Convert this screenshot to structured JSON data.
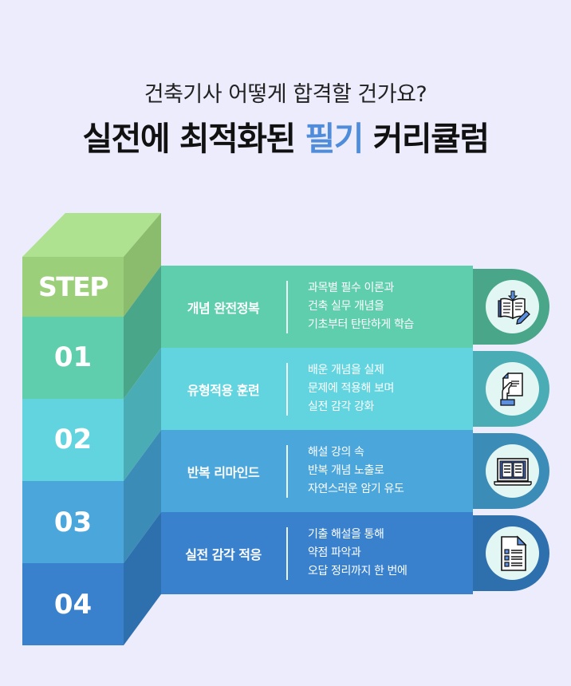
{
  "header": {
    "subtitle": "건축기사 어떻게 합격할 건가요?",
    "title_prefix": "실전에 최적화된 ",
    "title_highlight": "필기",
    "title_suffix": " 커리큘럼",
    "highlight_color": "#4F8DDB"
  },
  "stack": {
    "step_label": "STEP",
    "colors": {
      "step": "#9BCF79",
      "step_top": "#AEE190",
      "step_side": "#8BBB6C",
      "s01": "#5FCEAD",
      "s01_side": "#49A688",
      "s02": "#61D4DF",
      "s02_side": "#4AADB5",
      "s03": "#4AA6DB",
      "s03_side": "#3B8DB7",
      "s04": "#3981CC",
      "s04_side": "#2E6FAE"
    }
  },
  "steps": [
    {
      "number": "01",
      "title": "개념 완전정복",
      "desc": [
        "과목별 필수 이론과",
        "건축 실무 개념을",
        "기초부터 탄탄하게 학습"
      ],
      "icon": "book-pencil-icon"
    },
    {
      "number": "02",
      "title": "유형적용 훈련",
      "desc": [
        "배운 개념을 실제",
        "문제에 적용해 보며",
        "실전 감각 강화"
      ],
      "icon": "hand-document-icon"
    },
    {
      "number": "03",
      "title": "반복 리마인드",
      "desc": [
        "해설 강의 속",
        "반복 개념 노출로",
        "자연스러운 암기 유도"
      ],
      "icon": "laptop-book-icon"
    },
    {
      "number": "04",
      "title": "실전 감각 적응",
      "desc": [
        "기출 해설을 통해",
        "약점 파악과",
        "오답 정리까지 한 번에"
      ],
      "icon": "checklist-document-icon"
    }
  ]
}
